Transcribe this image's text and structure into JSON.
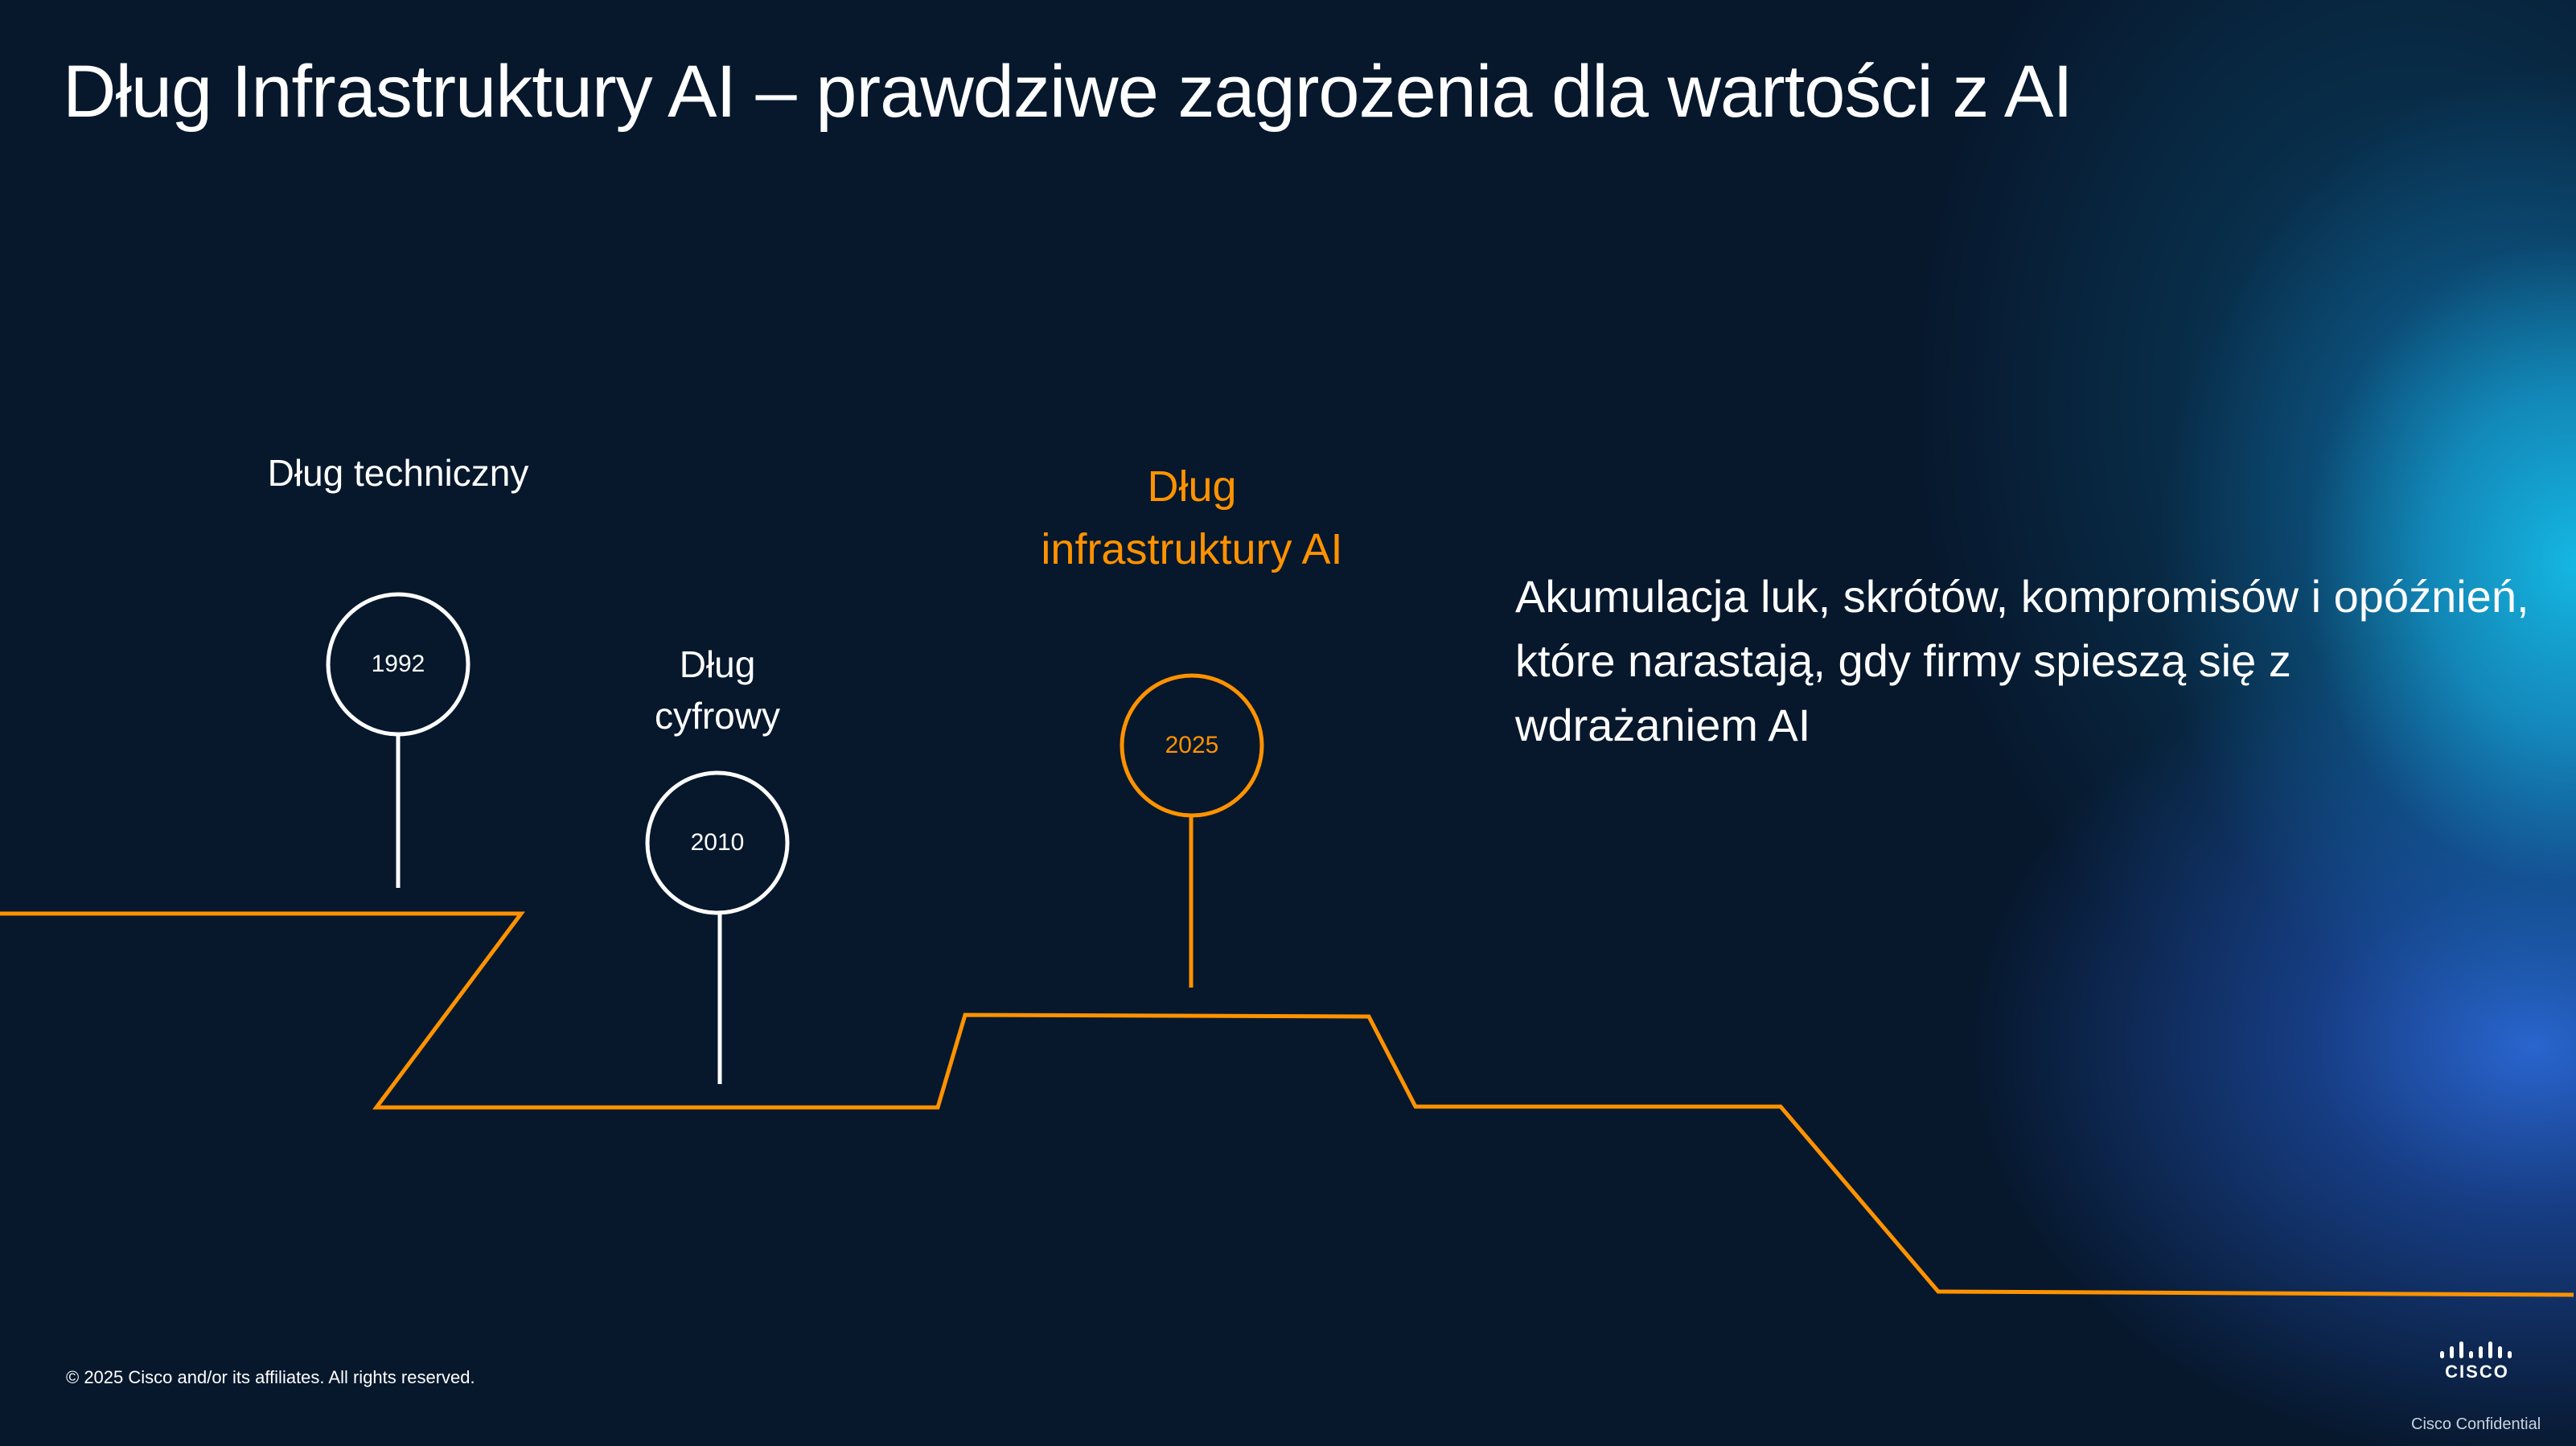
{
  "slide": {
    "title": "Dług Infrastruktury AI – prawdziwe zagrożenia dla wartości z AI",
    "colors": {
      "background": "#07182d",
      "accent_orange": "#ff9200",
      "text_white": "#ffffff",
      "glow_cyan": "#16bee b",
      "glow_blue": "#2d6ee1"
    }
  },
  "timeline": {
    "milestones": [
      {
        "label": "Dług techniczny",
        "year": "1992",
        "highlight": false
      },
      {
        "label_line1": "Dług",
        "label_line2": "cyfrowy",
        "year": "2010",
        "highlight": false
      },
      {
        "label_line1": "Dług",
        "label_line2": "infrastruktury AI",
        "year": "2025",
        "highlight": true
      }
    ]
  },
  "description": {
    "text": "Akumulacja luk, skrótów, kompromisów i opóźnień, które narastają, gdy firmy spieszą się z wdrażaniem AI"
  },
  "footer": {
    "copyright": "© 2025 Cisco and/or its affiliates. All rights reserved.",
    "logo_text": "CISCO",
    "confidential": "Cisco Confidential"
  }
}
